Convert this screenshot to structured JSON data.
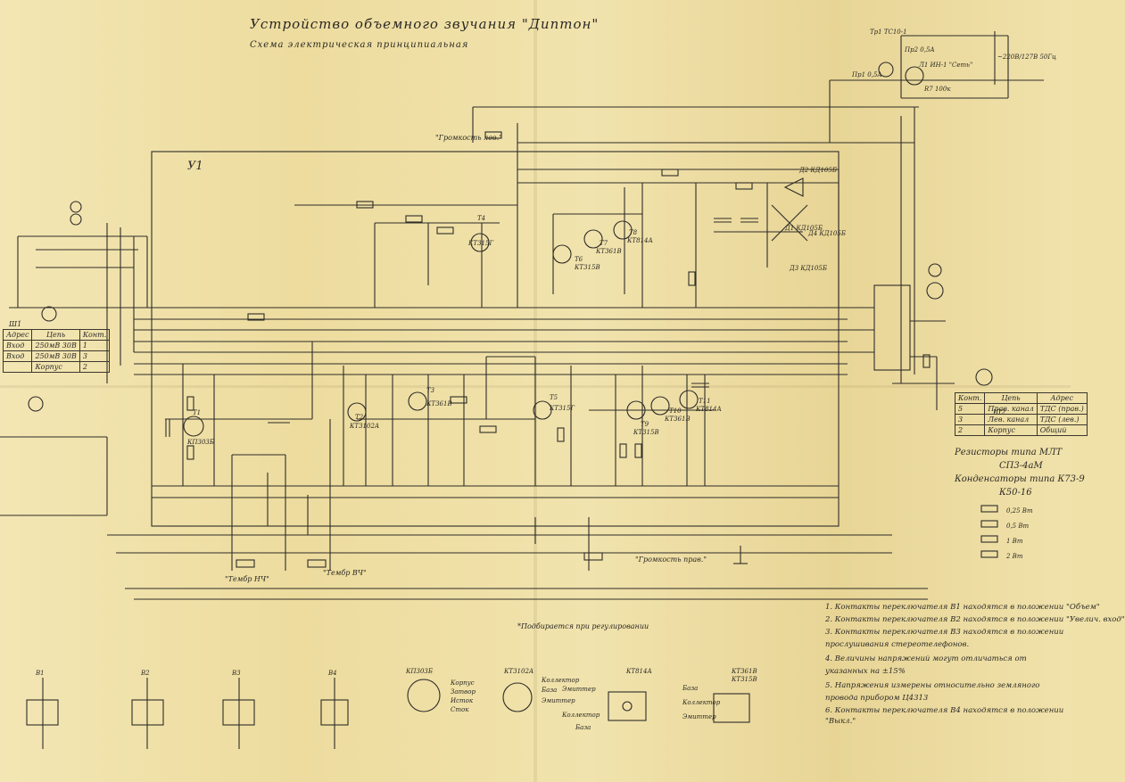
{
  "title": "Устройство объемного звучания \"Диптон\"",
  "subtitle": "Схема электрическая принципиальная",
  "board_label": "У1",
  "volume_left": "\"Громкость лев.\"",
  "volume_right": "\"Громкость прав.\"",
  "tone_low": "\"Тембр НЧ\"",
  "tone_high": "\"Тембр ВЧ\"",
  "selection_note": "*Подбирается при регулировании",
  "x1_table": {
    "ref": "Ш1",
    "headers": [
      "Адрес",
      "Цепь",
      "Конт."
    ],
    "rows": [
      [
        "Вход",
        "250мВ 30В",
        "1"
      ],
      [
        "Вход",
        "250мВ 30В",
        "3"
      ],
      [
        "",
        "Корпус",
        "2"
      ]
    ]
  },
  "x2_table": {
    "ref": "Ш2",
    "headers": [
      "Конт.",
      "Цепь",
      "Адрес"
    ],
    "rows": [
      [
        "5",
        "Прав. канал",
        "ТДС (прав.)"
      ],
      [
        "3",
        "Лев. канал",
        "ТДС (лев.)"
      ],
      [
        "2",
        "Корпус",
        "Общий"
      ]
    ]
  },
  "resistor_type": "Резисторы типа МЛТ",
  "resistor_var": "СП3-4аМ",
  "capacitor_type": "Конденсаторы типа К73-9",
  "capacitor_type2": "К50-16",
  "power_legend": [
    "0,25 Вт",
    "0,5 Вт",
    "1 Вт",
    "2 Вт"
  ],
  "notes": [
    "1. Контакты переключателя В1 находятся в положении \"Объем\"",
    "2. Контакты переключателя В2 находятся в положении \"Увелич. вход\"",
    "3. Контакты переключателя В3 находятся в положении",
    "   прослушивания стереотелефонов.",
    "4. Величины напряжений могут отличаться от",
    "   указанных на ±15%",
    "5. Напряжения измерены относительно земляного",
    "   провода прибором Ц4313",
    "6. Контакты переключателя В4 находятся в положении",
    "   \"Выкл.\""
  ],
  "pinouts": {
    "kp303": "КП303Б",
    "kp303_pins": [
      "Корпус",
      "Затвор",
      "Исток",
      "Сток"
    ],
    "kt3102": "КТ3102А",
    "kt3102_pins": [
      "Коллектор",
      "База",
      "Эмиттер"
    ],
    "kt814": "КТ814А",
    "kt814_pins": [
      "Эмиттер",
      "Коллектор",
      "База"
    ],
    "kt361": "КТ361В",
    "kt315": "КТ315В",
    "kt361_pins": [
      "База",
      "Коллектор",
      "Эмиттер"
    ]
  },
  "switches": [
    "В1",
    "В2",
    "В3",
    "В4"
  ],
  "power": {
    "fuse_main": "Пр2 0,5А",
    "fuse_1": "Пр1 0,5А",
    "trans": "Тр1 ТС10-1",
    "mains": "~220В/127В 50Гц",
    "r7": "R7 100к",
    "lamp": "Л1 ИН-1 \"Сеть\"",
    "mains_label": "Сеть"
  },
  "transistors": [
    {
      "ref": "Т1",
      "type": "КП303Б"
    },
    {
      "ref": "Т2",
      "type": "КТ3102А"
    },
    {
      "ref": "Т3",
      "type": "КТ361В"
    },
    {
      "ref": "Т4",
      "type": "КТ315Г"
    },
    {
      "ref": "Т5",
      "type": "КТ315Г"
    },
    {
      "ref": "Т6",
      "type": "КТ315В"
    },
    {
      "ref": "Т7",
      "type": "КТ361В"
    },
    {
      "ref": "Т8",
      "type": "КТ814А"
    },
    {
      "ref": "Т9",
      "type": "КТ315В"
    },
    {
      "ref": "Т10",
      "type": "КТ361В"
    },
    {
      "ref": "Т11",
      "type": "КТ814А"
    }
  ],
  "diodes": [
    "Д1 КД105Б",
    "Д2 КД105Б",
    "Д3 КД105Б",
    "Д4 КД105Б"
  ],
  "colors": {
    "paper": "#efe1a8",
    "ink": "#2a2824"
  }
}
